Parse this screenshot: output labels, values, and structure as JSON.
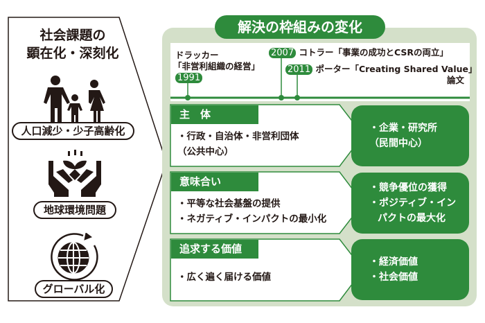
{
  "left": {
    "title_line1": "社会課題の",
    "title_line2": "顕在化・深刻化",
    "issues": [
      {
        "label": "人口減少・少子高齢化",
        "icon": "family-icon"
      },
      {
        "label": "地球環境問題",
        "icon": "hands-plant-icon"
      },
      {
        "label": "グローバル化",
        "icon": "globe-icon"
      }
    ]
  },
  "right": {
    "title": "解決の枠組みの変化",
    "timeline": [
      {
        "year": "1991",
        "line1": "ドラッカー",
        "line2": "「非営利組織の経営」"
      },
      {
        "year": "2007",
        "line1": "コトラー「事業の成功とCSRの両立」"
      },
      {
        "year": "2011",
        "line1": "ポーター「Creating Shared Value」",
        "line2": "論文"
      }
    ],
    "rows": [
      {
        "header": "主　体",
        "before": [
          "・行政・自治体・非営利団体",
          "（公共中心）"
        ],
        "after": [
          "・企業・研究所",
          "（民間中心）"
        ]
      },
      {
        "header": "意味合い",
        "before": [
          "・平等な社会基盤の提供",
          "・ネガティブ・インパクトの最小化"
        ],
        "after": [
          "・競争優位の獲得",
          "・ポジティブ・イン",
          "パクトの最大化"
        ]
      },
      {
        "header": "追求する価値",
        "before": [
          "・広く遍く届ける価値"
        ],
        "after": [
          "・経済価値",
          "・社会価値"
        ]
      }
    ]
  },
  "colors": {
    "green": "#2e8b3c",
    "panel": "#d4e0c9"
  }
}
